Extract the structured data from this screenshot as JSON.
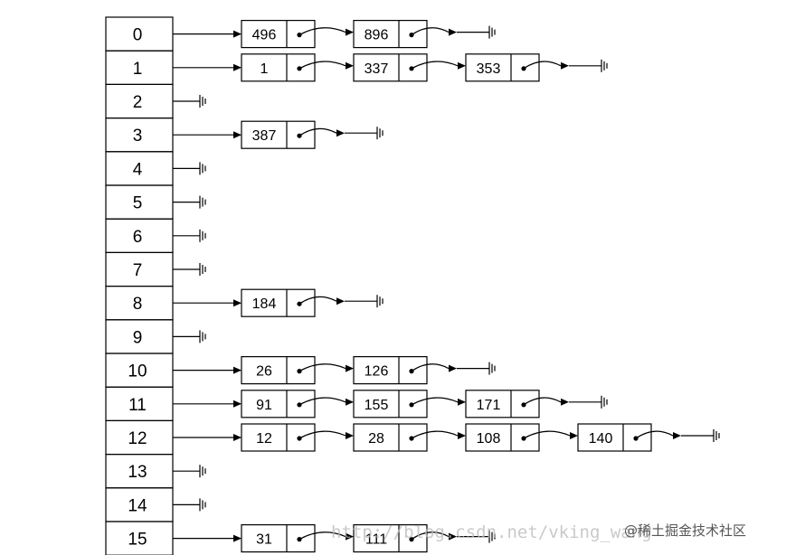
{
  "diagram": {
    "buckets": [
      {
        "index": "0",
        "chain": [
          "496",
          "896"
        ]
      },
      {
        "index": "1",
        "chain": [
          "1",
          "337",
          "353"
        ]
      },
      {
        "index": "2",
        "chain": []
      },
      {
        "index": "3",
        "chain": [
          "387"
        ]
      },
      {
        "index": "4",
        "chain": []
      },
      {
        "index": "5",
        "chain": []
      },
      {
        "index": "6",
        "chain": []
      },
      {
        "index": "7",
        "chain": []
      },
      {
        "index": "8",
        "chain": [
          "184"
        ]
      },
      {
        "index": "9",
        "chain": []
      },
      {
        "index": "10",
        "chain": [
          "26",
          "126"
        ]
      },
      {
        "index": "11",
        "chain": [
          "91",
          "155",
          "171"
        ]
      },
      {
        "index": "12",
        "chain": [
          "12",
          "28",
          "108",
          "140"
        ]
      },
      {
        "index": "13",
        "chain": []
      },
      {
        "index": "14",
        "chain": []
      },
      {
        "index": "15",
        "chain": [
          "31",
          "111"
        ]
      }
    ]
  },
  "watermark": {
    "url_text": "http://blog.csdn.net/vking_wang",
    "brand_text": "@稀土掘金技术社区"
  },
  "colors": {
    "stroke": "#000000",
    "text": "#000000",
    "background": "#ffffff"
  }
}
